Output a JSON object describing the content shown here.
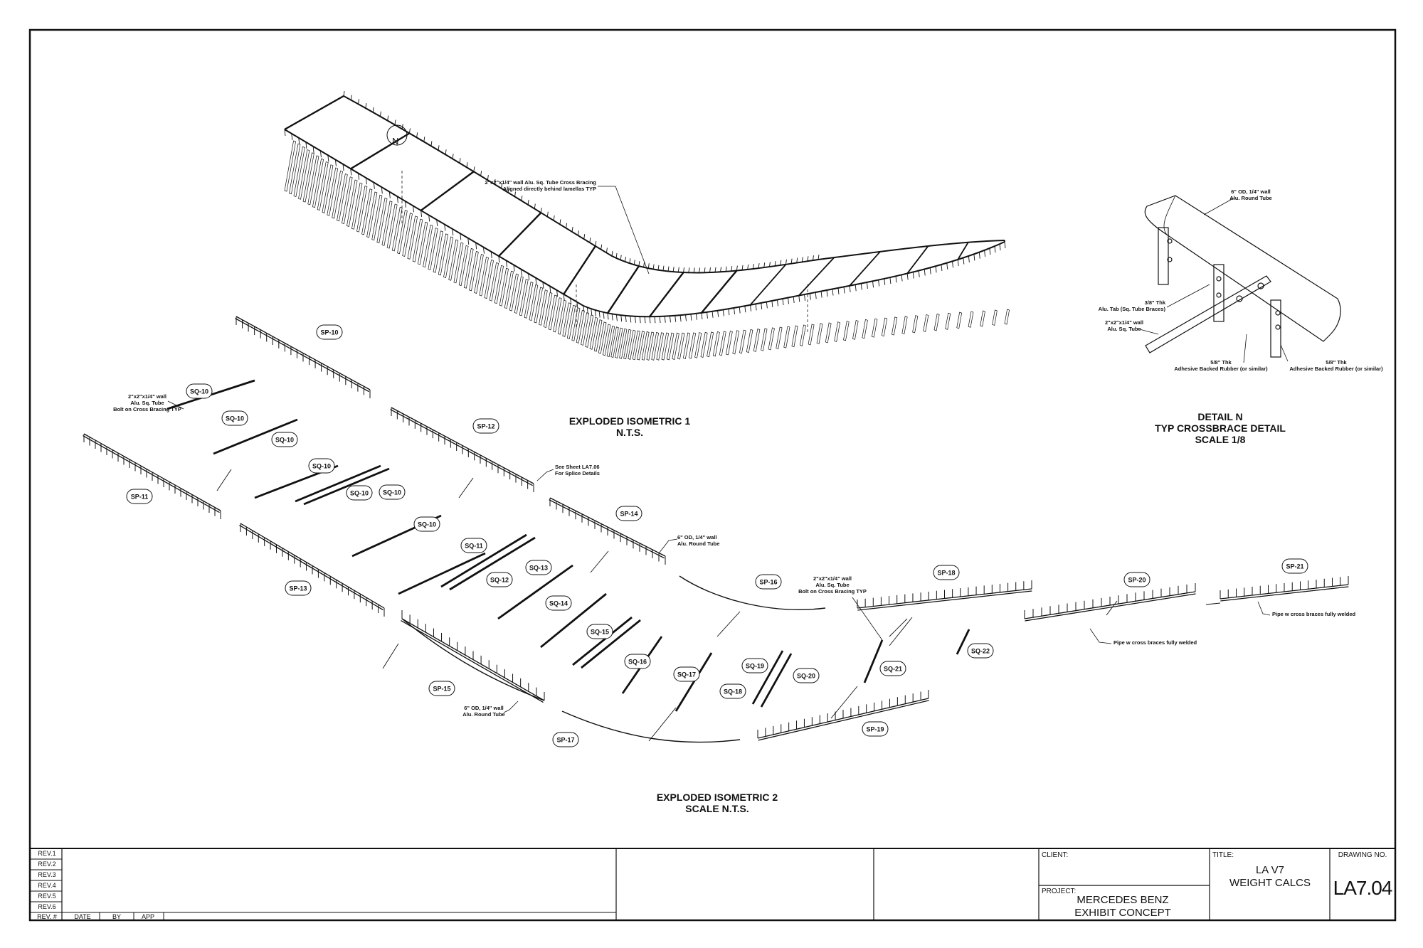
{
  "views": {
    "iso1": {
      "title": "EXPLODED ISOMETRIC 1",
      "scale": "N.T.S."
    },
    "iso2": {
      "title": "EXPLODED ISOMETRIC 2",
      "scale": "SCALE N.T.S."
    },
    "detail": {
      "title": "DETAIL  N",
      "subtitle": "TYP CROSSBRACE DETAIL",
      "scale": "SCALE 1/8",
      "marker": "N"
    }
  },
  "notes": {
    "iso1_brace_1": "2\"x2\"x1/4\" wall Alu. Sq. Tube Cross Bracing",
    "iso1_brace_2": "Aligned directly behind lamellas TYP",
    "det_tube_1": "6\" OD, 1/4\" wall",
    "det_tube_2": "Alu. Round Tube",
    "det_tab_1": "3/8\" Thk",
    "det_tab_2": "Alu. Tab (Sq. Tube Braces)",
    "det_sq_1": "2\"x2\"x1/4\" wall",
    "det_sq_2": "Alu. Sq. Tube",
    "det_rub1_1": "5/8\" Thk",
    "det_rub1_2": "Adhesive Backed Rubber (or similar)",
    "det_rub2_1": "5/8\" Thk",
    "det_rub2_2": "Adhesive Backed Rubber (or similar)",
    "bolt_1": "2\"x2\"x1/4\" wall",
    "bolt_2": "Alu. Sq. Tube",
    "bolt_3": "Bolt on Cross Bracing TYP",
    "splice_1": "See Sheet LA7.06",
    "splice_2": "For Splice Details",
    "rt14_1": "6\" OD, 1/4\" wall",
    "rt14_2": "Alu. Round Tube",
    "rt15_1": "6\" OD, 1/4\" wall",
    "rt15_2": "Alu. Round Tube",
    "b16_1": "2\"x2\"x1/4\" wall",
    "b16_2": "Alu. Sq. Tube",
    "b16_3": "Bolt on Cross Bracing TYP",
    "pipe20": "Pipe w cross braces fully welded",
    "pipe21": "Pipe w cross braces fully welded"
  },
  "tags": {
    "sp10": "SP-10",
    "sp11": "SP-11",
    "sp12": "SP-12",
    "sp13": "SP-13",
    "sp14": "SP-14",
    "sp15": "SP-15",
    "sp16": "SP-16",
    "sp17": "SP-17",
    "sp18": "SP-18",
    "sp19": "SP-19",
    "sp20": "SP-20",
    "sp21": "SP-21",
    "sq10a": "SQ-10",
    "sq10b": "SQ-10",
    "sq10c": "SQ-10",
    "sq10d": "SQ-10",
    "sq10e": "SQ-10",
    "sq10f": "SQ-10",
    "sq10g": "SQ-10",
    "sq11": "SQ-11",
    "sq12": "SQ-12",
    "sq13": "SQ-13",
    "sq14": "SQ-14",
    "sq15": "SQ-15",
    "sq16": "SQ-16",
    "sq17": "SQ-17",
    "sq18": "SQ-18",
    "sq19": "SQ-19",
    "sq20": "SQ-20",
    "sq21": "SQ-21",
    "sq22": "SQ-22"
  },
  "title_block": {
    "revisions": [
      "REV.1",
      "REV.2",
      "REV.3",
      "REV.4",
      "REV.5",
      "REV.6"
    ],
    "rev_header": [
      "REV. #",
      "DATE",
      "BY",
      "APP"
    ],
    "client_label": "CLIENT:",
    "project_label": "PROJECT:",
    "project_line1": "MERCEDES BENZ",
    "project_line2": "EXHIBIT CONCEPT",
    "title_label": "TITLE:",
    "title_line1": "LA V7",
    "title_line2": "WEIGHT CALCS",
    "drawing_no_label": "DRAWING NO.",
    "drawing_no": "LA7.04"
  },
  "colors": {
    "ink": "#111111",
    "paper": "#ffffff"
  }
}
